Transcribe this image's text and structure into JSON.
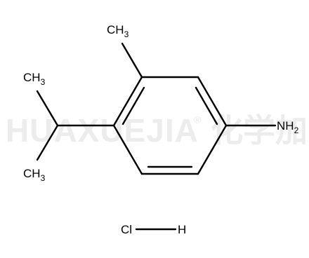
{
  "watermark": {
    "text": "HUAXUEJIA",
    "registered": "®",
    "cjk": "化学加"
  },
  "molecule": {
    "methyl_top": {
      "main": "CH",
      "sub": "3"
    },
    "methyl_upper": {
      "main": "CH",
      "sub": "3"
    },
    "methyl_lower": {
      "main": "CH",
      "sub": "3"
    },
    "amine": {
      "main": "NH",
      "sub": "2"
    }
  },
  "salt": {
    "left": "Cl",
    "right": "H"
  },
  "colors": {
    "bond": "#000000",
    "text": "#000000",
    "watermark": "#ececec"
  }
}
